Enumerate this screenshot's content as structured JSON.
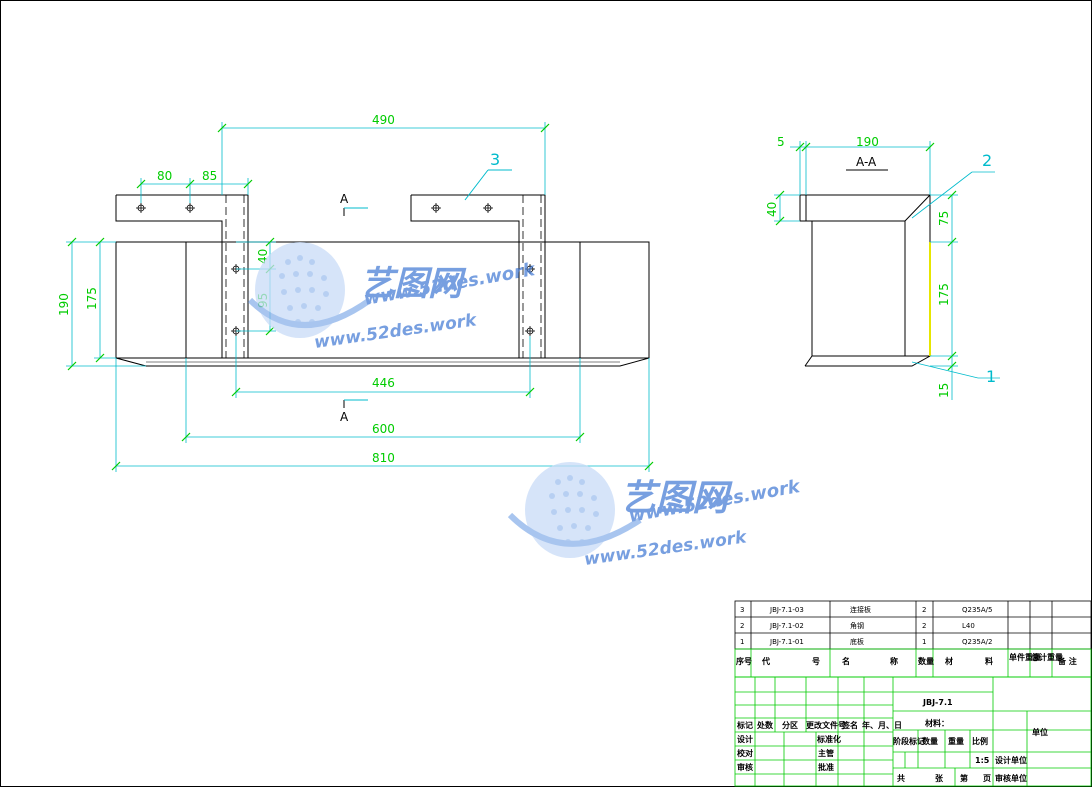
{
  "front_view": {
    "dims": {
      "d490": "490",
      "d80": "80",
      "d85": "85",
      "d190": "190",
      "d175": "175",
      "d40": "40",
      "d95": "95",
      "d446": "446",
      "d600": "600",
      "d810": "810"
    },
    "section_mark": "A",
    "balloon": "3"
  },
  "section_view": {
    "title": "A-A",
    "dims": {
      "d5": "5",
      "d190": "190",
      "d40": "40",
      "d75": "75",
      "d175": "175",
      "d15": "15"
    },
    "balloon_1": "1",
    "balloon_2": "2"
  },
  "watermark": {
    "brand": "艺图网",
    "url": "www.52des.work"
  },
  "bom": {
    "rows": [
      {
        "no": "3",
        "code": "JBJ-7.1-03",
        "name": "连接板",
        "qty": "2",
        "material": "Q235A/5"
      },
      {
        "no": "2",
        "code": "JBJ-7.1-02",
        "name": "角钢",
        "qty": "2",
        "material": "L40"
      },
      {
        "no": "1",
        "code": "JBJ-7.1-01",
        "name": "底板",
        "qty": "1",
        "material": "Q235A/2"
      }
    ],
    "header": {
      "no": "序号",
      "code_a": "代",
      "code_b": "号",
      "name_a": "名",
      "name_b": "称",
      "qty": "数量",
      "mat_a": "材",
      "mat_b": "料",
      "unit_weight": "单件重量",
      "total_weight": "总计重量",
      "remark": "备 注"
    }
  },
  "title_block": {
    "drawing_no": "JBJ-7.1",
    "material": "材料：",
    "company": "单位",
    "scale": "1:5",
    "labels": {
      "mark": "标记",
      "count": "处数",
      "zone": "分区",
      "change_doc": "更改文件号",
      "sign": "签名",
      "date": "年、月、日",
      "design": "设计",
      "standard": "标准化",
      "check": "校对",
      "supervisor": "主管",
      "review": "审核",
      "approve": "批准",
      "stage_mark": "阶段标记",
      "weight_qty": "数量",
      "weight": "重量",
      "ratio": "比例",
      "design_unit": "设计单位",
      "total": "共",
      "sheet": "张",
      "page": "第",
      "page2": "页",
      "audit_unit": "审核单位"
    }
  }
}
